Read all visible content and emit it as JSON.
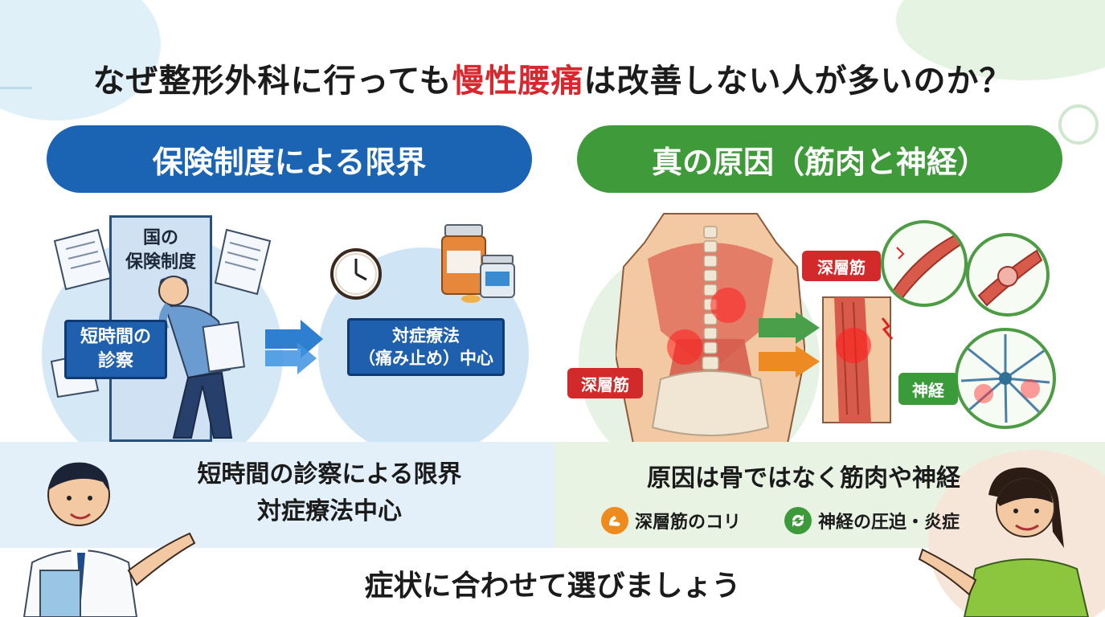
{
  "title": {
    "before": "なぜ整形外科に行っても",
    "highlight": "慢性腰痛",
    "after": "は改善しない人が多いのか？"
  },
  "left_panel": {
    "heading": "保険制度による限界",
    "door_label_line1": "国の",
    "door_label_line2": "保険制度",
    "short_exam_line1": "短時間の",
    "short_exam_line2": "診察",
    "treatment_line1": "対症療法",
    "treatment_line2": "（痛み止め）中心"
  },
  "right_panel": {
    "heading": "真の原因（筋肉と神経）",
    "deep_muscle_label_1": "深層筋",
    "deep_muscle_label_2": "深層筋",
    "nerve_label": "神経"
  },
  "summary_left": {
    "line1": "短時間の診察による限界",
    "line2": "対症療法中心"
  },
  "summary_right": {
    "headline": "原因は骨ではなく筋肉や神経",
    "tag1": "深層筋のコリ",
    "tag2": "神経の圧迫・炎症"
  },
  "footer": "症状に合わせて選びましょう",
  "colors": {
    "blue": "#1b64b4",
    "green": "#3f9a3a",
    "red_highlight": "#d7282f",
    "orange": "#ef8a1c"
  },
  "icons": {
    "clock": "clock-icon",
    "medicine": "medicine-bottle-icon",
    "muscle_tag": "muscle-icon",
    "nerve_tag": "cycle-icon"
  }
}
